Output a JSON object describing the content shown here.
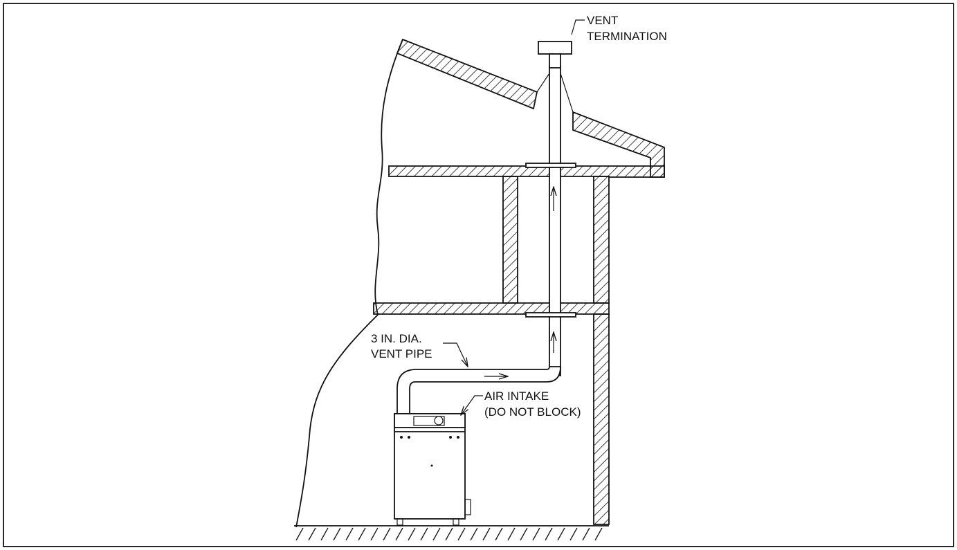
{
  "labels": {
    "vent_termination_line1": "VENT",
    "vent_termination_line2": "TERMINATION",
    "vent_pipe_line1": "3 IN. DIA.",
    "vent_pipe_line2": "VENT PIPE",
    "air_intake_line1": "AIR INTAKE",
    "air_intake_line2": "(DO NOT BLOCK)"
  },
  "colors": {
    "line": "#111111",
    "background": "#ffffff"
  }
}
